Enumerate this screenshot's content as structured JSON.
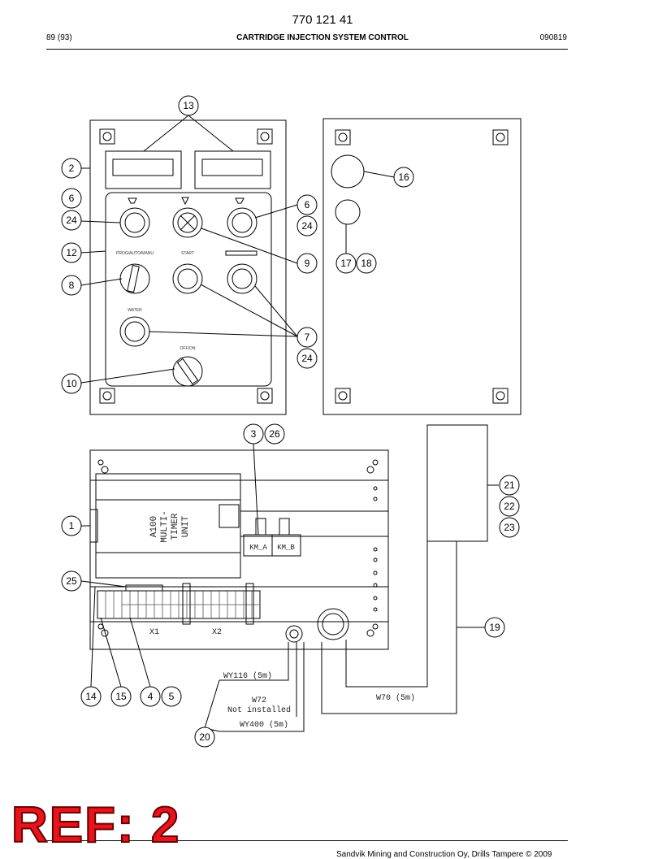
{
  "header": {
    "doc_number": "770 121 41",
    "page": "89 (93)",
    "title": "CARTRIDGE INJECTION SYSTEM CONTROL",
    "date": "090819"
  },
  "panel_labels": {
    "prog_auto_manu": "PROG/AUTO/MANU",
    "start": "START",
    "water": "WATER",
    "off_on": "OFF/ON"
  },
  "unit": {
    "line1": "A100",
    "line2": "MULTI-",
    "line3": "TIMER",
    "line4": "UNIT"
  },
  "contactors": {
    "a": "KM_A",
    "b": "KM_B"
  },
  "terminals": {
    "x1": "X1",
    "x2": "X2"
  },
  "cables": {
    "wy116": "WY116 (5m)",
    "w72": "W72",
    "w72_note": "Not installed",
    "wy400": "WY400 (5m)",
    "w70": "W70 (5m)"
  },
  "callouts": {
    "c13": "13",
    "c2": "2",
    "c6a": "6",
    "c24a": "24",
    "c12": "12",
    "c8": "8",
    "c10": "10",
    "c6b": "6",
    "c24b": "24",
    "c9": "9",
    "c7": "7",
    "c24c": "24",
    "c16": "16",
    "c17": "17",
    "c18": "18",
    "c3": "3",
    "c26": "26",
    "c1": "1",
    "c25": "25",
    "c21": "21",
    "c22": "22",
    "c23": "23",
    "c19": "19",
    "c14": "14",
    "c15": "15",
    "c4": "4",
    "c5": "5",
    "c20": "20"
  },
  "footer": {
    "text": "Sandvik Mining and Construction Oy, Drills Tampere © 2009"
  },
  "stamp": {
    "ref": "REF: 2"
  }
}
